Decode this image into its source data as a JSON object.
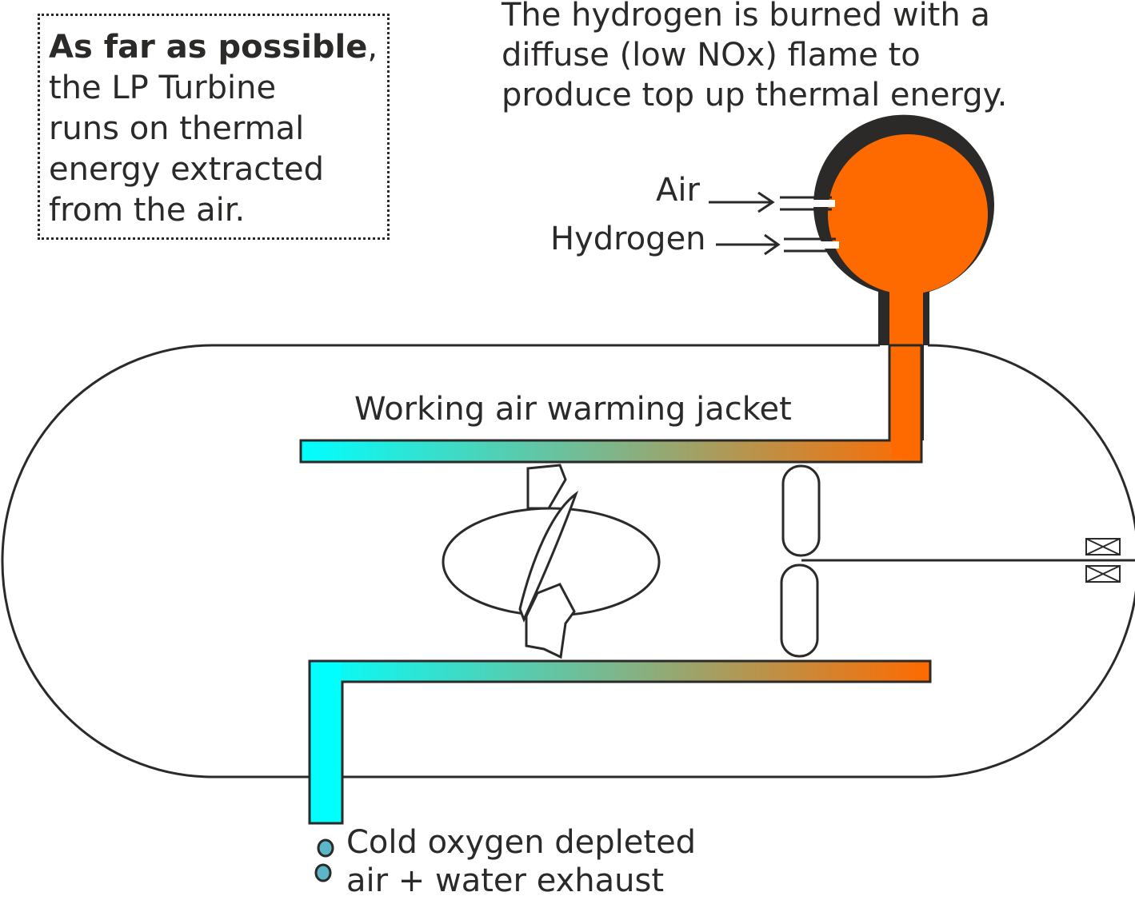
{
  "note": {
    "bold": "As far as possible",
    "line1_rest": ",",
    "lines": [
      "the LP Turbine",
      "runs on thermal",
      "energy extracted",
      "from the air."
    ]
  },
  "caption": {
    "lines": [
      "The hydrogen is burned with a",
      "diffuse (low NOx) flame to",
      "produce top up thermal energy."
    ]
  },
  "inputs": {
    "air": "Air",
    "hydrogen": "Hydrogen"
  },
  "jacket_label": "Working air warming jacket",
  "exhaust": {
    "lines": [
      "Cold oxygen depleted",
      "air + water exhaust"
    ]
  },
  "colors": {
    "hot": "#ff6a00",
    "cold": "#00ffff",
    "outline": "#2b2a29",
    "exhaust_drop": "#5bb6c9"
  }
}
